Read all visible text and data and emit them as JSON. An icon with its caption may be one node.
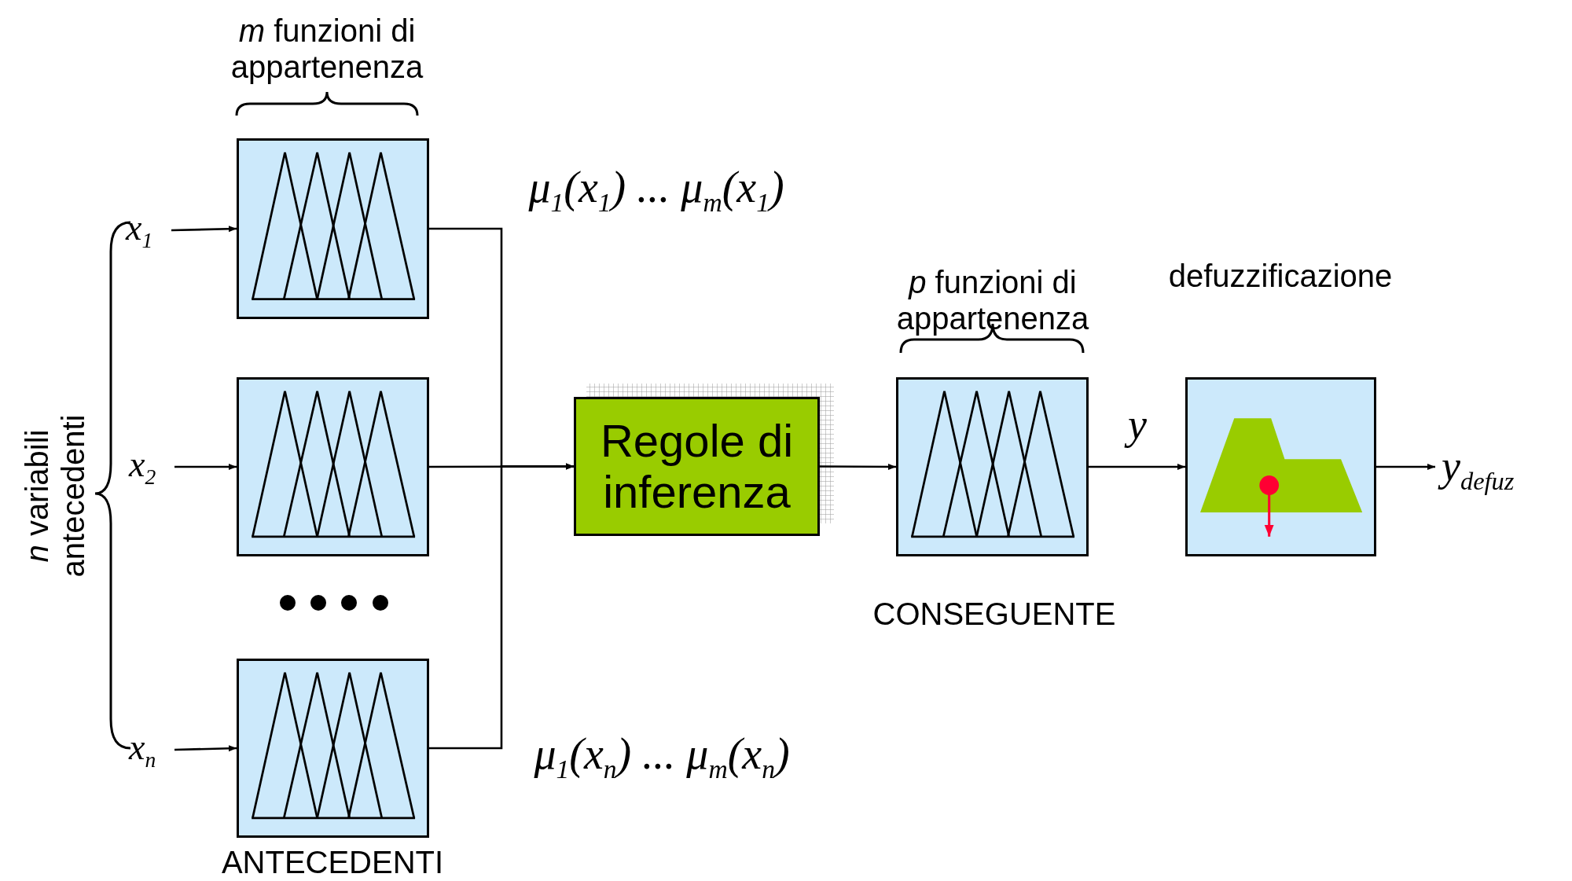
{
  "diagram": {
    "nodes": [
      {
        "text": [
          "x$_{1}$"
        ]
      },
      {
        "text": [],
        "shape": "box"
      },
      {
        "text": [
          "x$_{2}$"
        ]
      },
      {
        "text": [],
        "shape": "box"
      },
      {
        "text": [
          "x$_{n}$"
        ]
      },
      {
        "text": [],
        "shape": "box"
      },
      {
        "text": [
          "Regole di inferenza"
        ]
      },
      {
        "text": [],
        "shape": "box"
      },
      {
        "text": [],
        "shape": "box"
      },
      {
        "text": [
          "y$_{defuz}$"
        ]
      }
    ],
    "edges": [
      {
        "from": 0,
        "to": 1,
        "arrow": "to"
      },
      {
        "from": 2,
        "to": 3,
        "arrow": "to"
      },
      {
        "from": 4,
        "to": 5,
        "arrow": "to"
      },
      {
        "from": 1,
        "to": 6,
        "arrow": "to"
      },
      {
        "from": 3,
        "to": 6,
        "arrow": "to"
      },
      {
        "from": 5,
        "to": 6,
        "arrow": "to"
      },
      {
        "from": 6,
        "to": 7,
        "arrow": "to"
      },
      {
        "from": 7,
        "to": 8,
        "arrow": "to",
        "label": "y"
      },
      {
        "from": 8,
        "to": 9,
        "arrow": "to"
      }
    ],
    "labels": [
      "*m* funzioni di appartenenza",
      "μ$_{1}$(x$_{1}$) ... μ$_{m}$(x$_{1}$)",
      "defuzzificazione",
      "*p* funzioni di appartenenza",
      "*n* variabili antecedenti",
      "CONSEGUENTE",
      "μ$_{1}$(x$_{n}$) ... μ$_{m}$(x$_{n}$)",
      "ANTECEDENTI"
    ]
  }
}
